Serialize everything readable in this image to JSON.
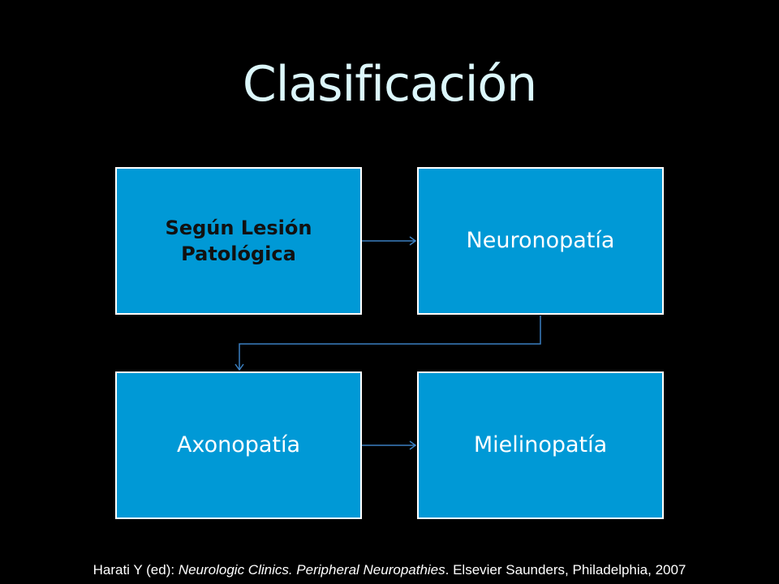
{
  "slide": {
    "title": "Clasificación",
    "boxes": [
      {
        "label": "Según Lesión Patológica"
      },
      {
        "label": "Neuronopatía"
      },
      {
        "label": "Axonopatía"
      },
      {
        "label": "Mielinopatía"
      }
    ],
    "citation": {
      "prefix": "Harati Y (ed): ",
      "journal": "Neurologic Clinics. Peripheral Neuropathies",
      "suffix": ". Elsevier Saunders, Philadelphia, 2007"
    }
  },
  "colors": {
    "background": "#000000",
    "box_fill": "#0099d6",
    "box_border": "#ffffff",
    "connector": "#3a7fc1",
    "title": "#dcf7fb"
  }
}
